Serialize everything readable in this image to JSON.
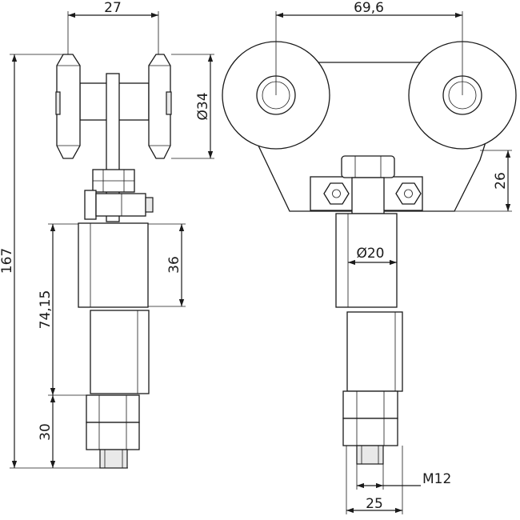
{
  "dimensions": {
    "wheel_width": "27",
    "wheel_spacing": "69,6",
    "wheel_diameter": "Ø34",
    "total_height": "167",
    "axle_length": "74,15",
    "upper_sleeve": "36",
    "nut_height": "30",
    "bracket_height": "26",
    "shaft_diameter": "Ø20",
    "thread": "M12",
    "nut_width": "25"
  }
}
